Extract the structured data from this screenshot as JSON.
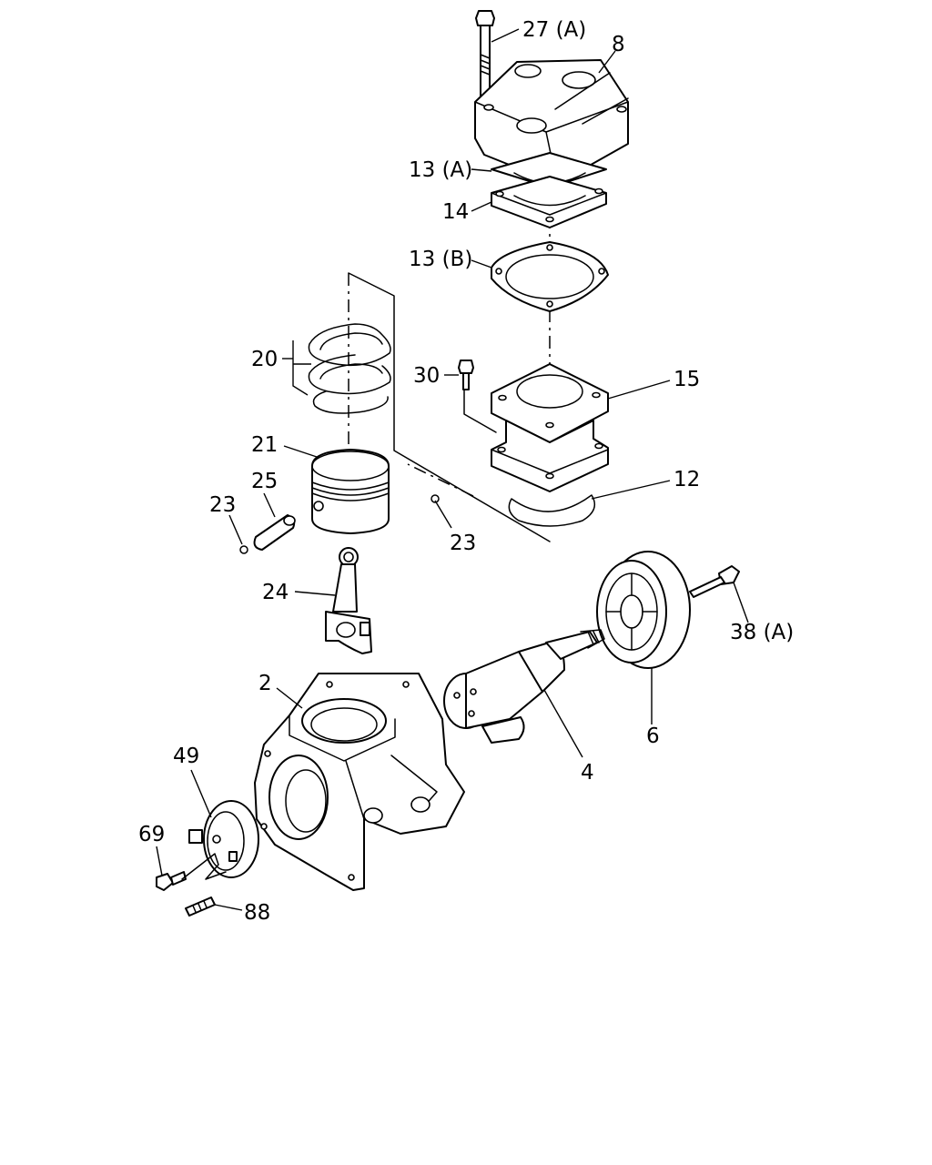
{
  "callouts": {
    "c27a": "27 (A)",
    "c8": "8",
    "c13a": "13 (A)",
    "c14": "14",
    "c13b": "13 (B)",
    "c20": "20",
    "c30": "30",
    "c15": "15",
    "c21": "21",
    "c25": "25",
    "c23l": "23",
    "c23r": "23",
    "c12": "12",
    "c24": "24",
    "c38a": "38 (A)",
    "c2": "2",
    "c6": "6",
    "c4": "4",
    "c49": "49",
    "c69": "69",
    "c88": "88"
  },
  "colors": {
    "line": "#000000",
    "background": "#ffffff"
  }
}
